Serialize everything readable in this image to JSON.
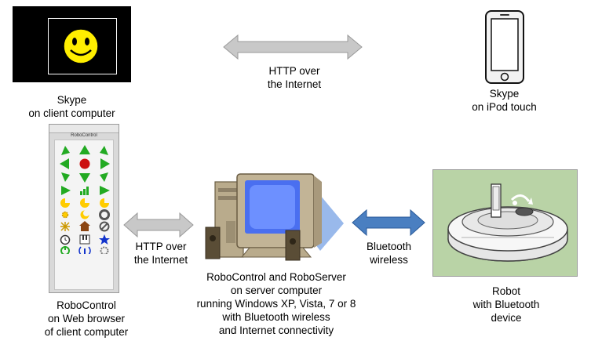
{
  "skype_client": {
    "lines": [
      "Skype",
      "on client computer"
    ]
  },
  "skype_ipod": {
    "lines": [
      "Skype",
      "on iPod touch"
    ]
  },
  "http_top": {
    "lines": [
      "HTTP over",
      "the Internet"
    ]
  },
  "http_mid": {
    "lines": [
      "HTTP over",
      "the Internet"
    ]
  },
  "bluetooth": {
    "lines": [
      "Bluetooth",
      "wireless"
    ]
  },
  "robocontrol_caption": {
    "lines": [
      "RoboControl",
      "on Web browser",
      "of client computer"
    ]
  },
  "server_caption": {
    "lines": [
      "RoboControl and RoboServer",
      "on server computer",
      "running Windows XP, Vista, 7 or 8",
      "with Bluetooth wireless",
      "and Internet connectivity"
    ]
  },
  "robot_caption": {
    "lines": [
      "Robot",
      "with Bluetooth",
      "device"
    ]
  },
  "robocontrol_window": {
    "title": "RoboControl"
  },
  "colors": {
    "grey_arrow": "#c8c8c8",
    "blue_arrow": "#4a7fc1",
    "green_button": "#22aa22",
    "smiley_yellow": "#ffee00"
  },
  "icons": [
    "smiley-face-icon",
    "ipod-touch-icon",
    "desktop-computer-icon",
    "roomba-robot-icon",
    "double-arrow-icon"
  ]
}
